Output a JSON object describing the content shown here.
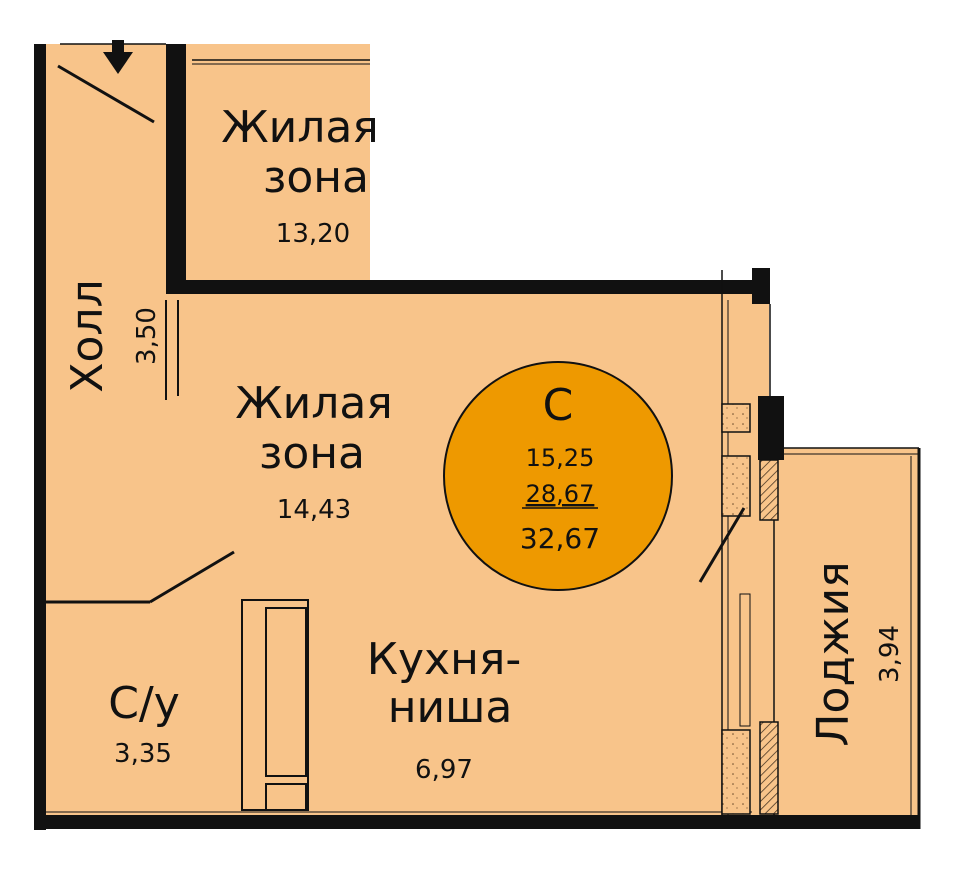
{
  "rooms": {
    "living_top": {
      "name_line1": "Жилая",
      "name_line2": "зона",
      "area": "13,20"
    },
    "hall": {
      "name": "Холл",
      "area": "3,50"
    },
    "living_main": {
      "name_line1": "Жилая",
      "name_line2": "зона",
      "area": "14,43"
    },
    "bathroom": {
      "name": "С/у",
      "area": "3,35"
    },
    "kitchen": {
      "name_line1": "Кухня-",
      "name_line2": "ниша",
      "area": "6,97"
    },
    "loggia": {
      "name": "Лоджия",
      "area": "3,94"
    }
  },
  "apartment_badge": {
    "type": "С",
    "living_area": "15,25",
    "total_area": "28,67",
    "total_with_loggia": "32,67"
  },
  "colors": {
    "floor": "#F8C48A",
    "wall": "#111111",
    "badge": "#EE9900"
  },
  "icons": {
    "entrance": "entrance-arrow-icon"
  }
}
